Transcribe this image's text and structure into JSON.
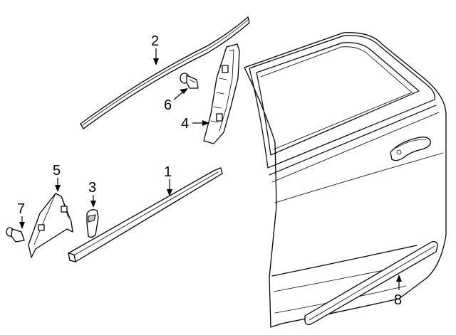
{
  "callouts": [
    {
      "id": "1",
      "label": "1"
    },
    {
      "id": "2",
      "label": "2"
    },
    {
      "id": "3",
      "label": "3"
    },
    {
      "id": "4",
      "label": "4"
    },
    {
      "id": "5",
      "label": "5"
    },
    {
      "id": "6",
      "label": "6"
    },
    {
      "id": "7",
      "label": "7"
    },
    {
      "id": "8",
      "label": "8"
    }
  ],
  "colors": {
    "ink": "#000000",
    "paper": "#ffffff",
    "shade": "#c9c9c9"
  }
}
